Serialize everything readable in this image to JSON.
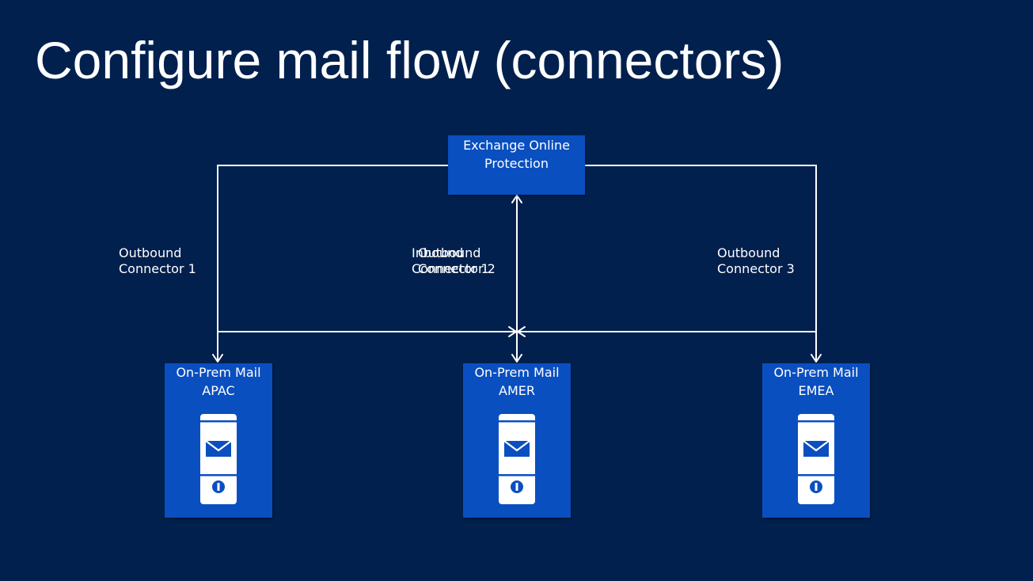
{
  "slide": {
    "title": "Configure mail flow (connectors)"
  },
  "colors": {
    "background": "#01204e",
    "node_fill": "#0a4fc0",
    "line": "#ffffff"
  },
  "nodes": {
    "eop": {
      "line1": "Exchange Online",
      "line2": "Protection"
    },
    "apac": {
      "line1": "On-Prem Mail",
      "line2": "APAC",
      "icon": "mail-server-icon"
    },
    "amer": {
      "line1": "On-Prem Mail",
      "line2": "AMER",
      "icon": "mail-server-icon"
    },
    "emea": {
      "line1": "On-Prem Mail",
      "line2": "EMEA",
      "icon": "mail-server-icon"
    }
  },
  "connectors": {
    "outbound1": {
      "line1": "Outbound",
      "line2": "Connector 1"
    },
    "inbound1": {
      "line1": "Inbound",
      "line2": "Connector 1"
    },
    "outbound2": {
      "line1": "Outbound",
      "line2": "Connector 2"
    },
    "outbound3": {
      "line1": "Outbound",
      "line2": "Connector 3"
    }
  }
}
